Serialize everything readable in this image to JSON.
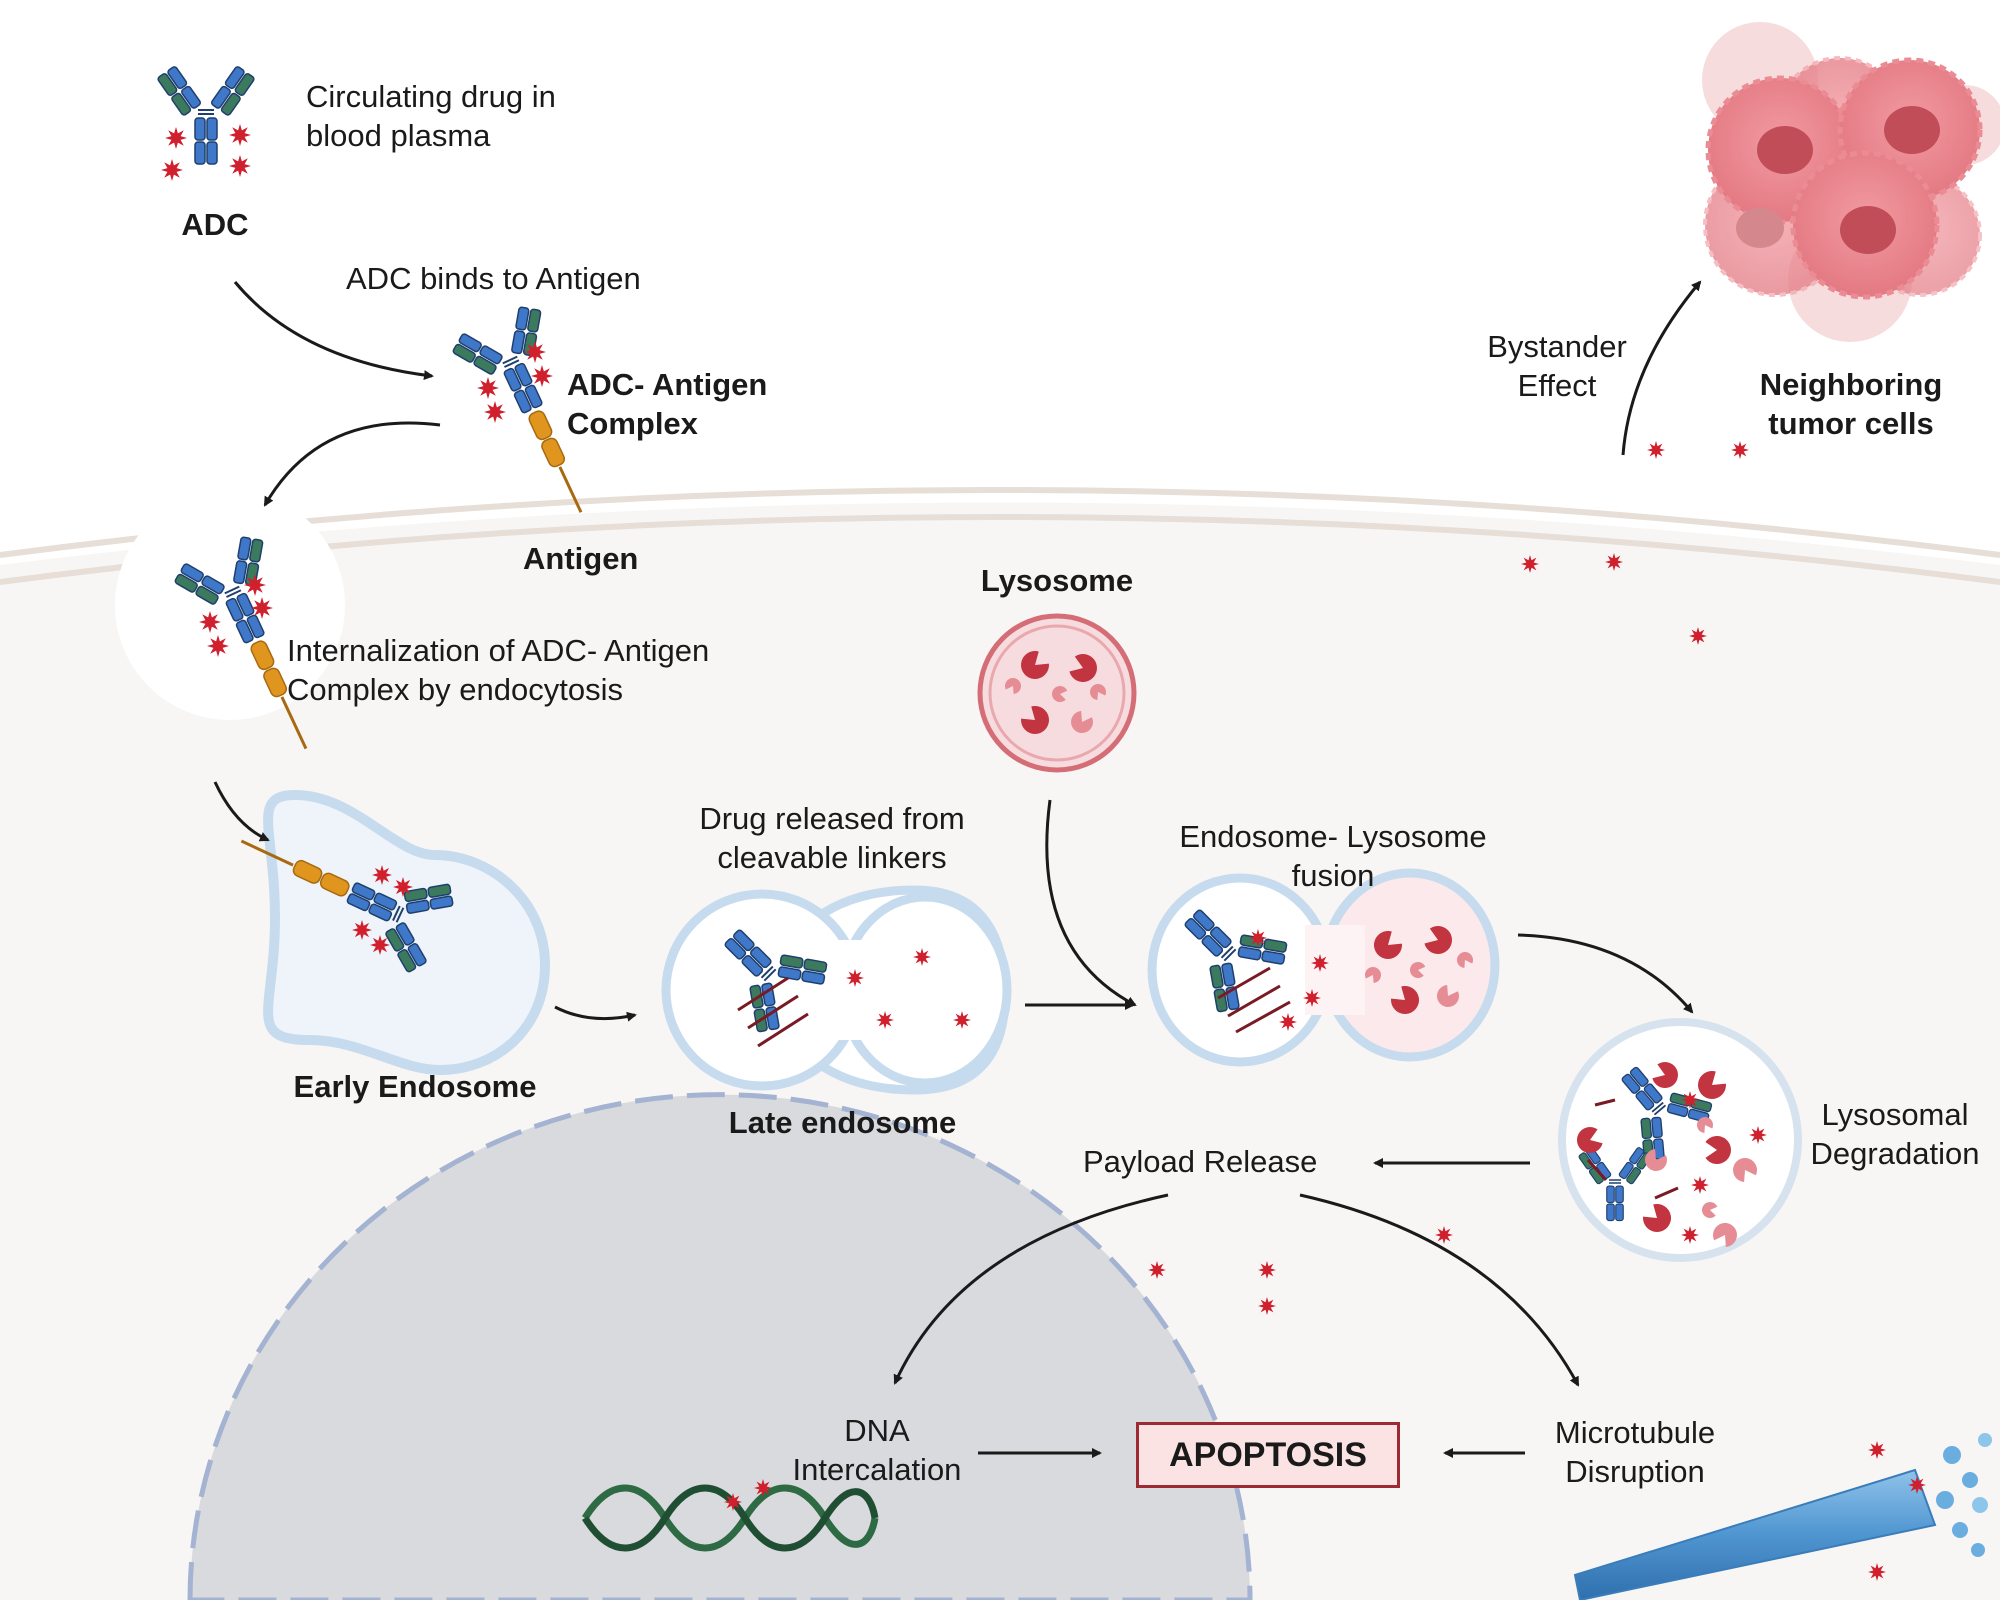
{
  "labels": {
    "adc": "ADC",
    "circulating": "Circulating drug in\nblood plasma",
    "binds": "ADC binds to Antigen",
    "complex": "ADC- Antigen\nComplex",
    "antigen": "Antigen",
    "internalization": "Internalization of ADC- Antigen\nComplex by endocytosis",
    "lysosome": "Lysosome",
    "drug_released": "Drug released from\ncleavable linkers",
    "fusion": "Endosome- Lysosome\nfusion",
    "early_endosome": "Early Endosome",
    "late_endosome": "Late endosome",
    "lysosomal_degradation": "Lysosomal\nDegradation",
    "payload_release": "Payload Release",
    "dna": "DNA\nIntercalation",
    "apoptosis": "APOPTOSIS",
    "microtubule": "Microtubule\nDisruption",
    "bystander": "Bystander\nEffect",
    "neighboring": "Neighboring\ntumor cells"
  },
  "colors": {
    "payload": "#d0202e",
    "antibody_blue": "#3f78c8",
    "antibody_green": "#3c7a5e",
    "antigen": "#e0961e",
    "membrane": "#e8e1db",
    "cytoplasm": "#f8f6f4",
    "nucleus": "#d9dadd",
    "vesicle": "#cfe0ef",
    "lysosome_fill": "#f7dcdf",
    "tumor": "#e97b84",
    "apoptosis_border": "#9b2a33",
    "apoptosis_fill": "#fbe3e4"
  }
}
